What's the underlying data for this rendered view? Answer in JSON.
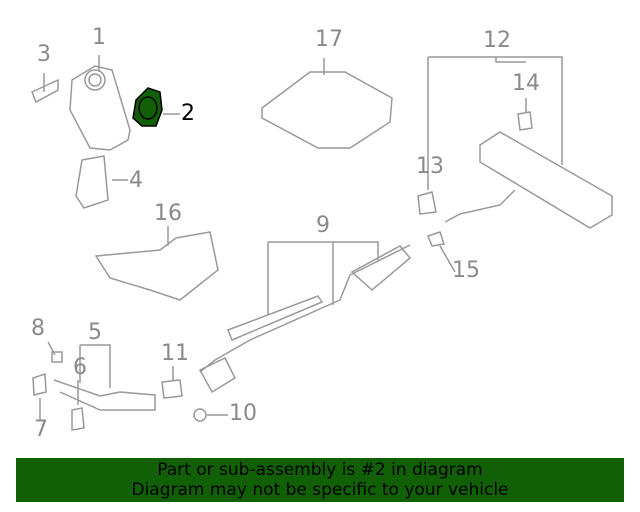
{
  "callouts": {
    "c1": "1",
    "c2": "2",
    "c3": "3",
    "c4": "4",
    "c5": "5",
    "c6": "6",
    "c7": "7",
    "c8": "8",
    "c9": "9",
    "c10": "10",
    "c11": "11",
    "c12": "12",
    "c13": "13",
    "c14": "14",
    "c15": "15",
    "c16": "16",
    "c17": "17"
  },
  "highlight_color": "#116005",
  "banner": {
    "line1": "Part or sub-assembly is #2 in diagram",
    "line2": "Diagram may not be specific to your vehicle"
  }
}
